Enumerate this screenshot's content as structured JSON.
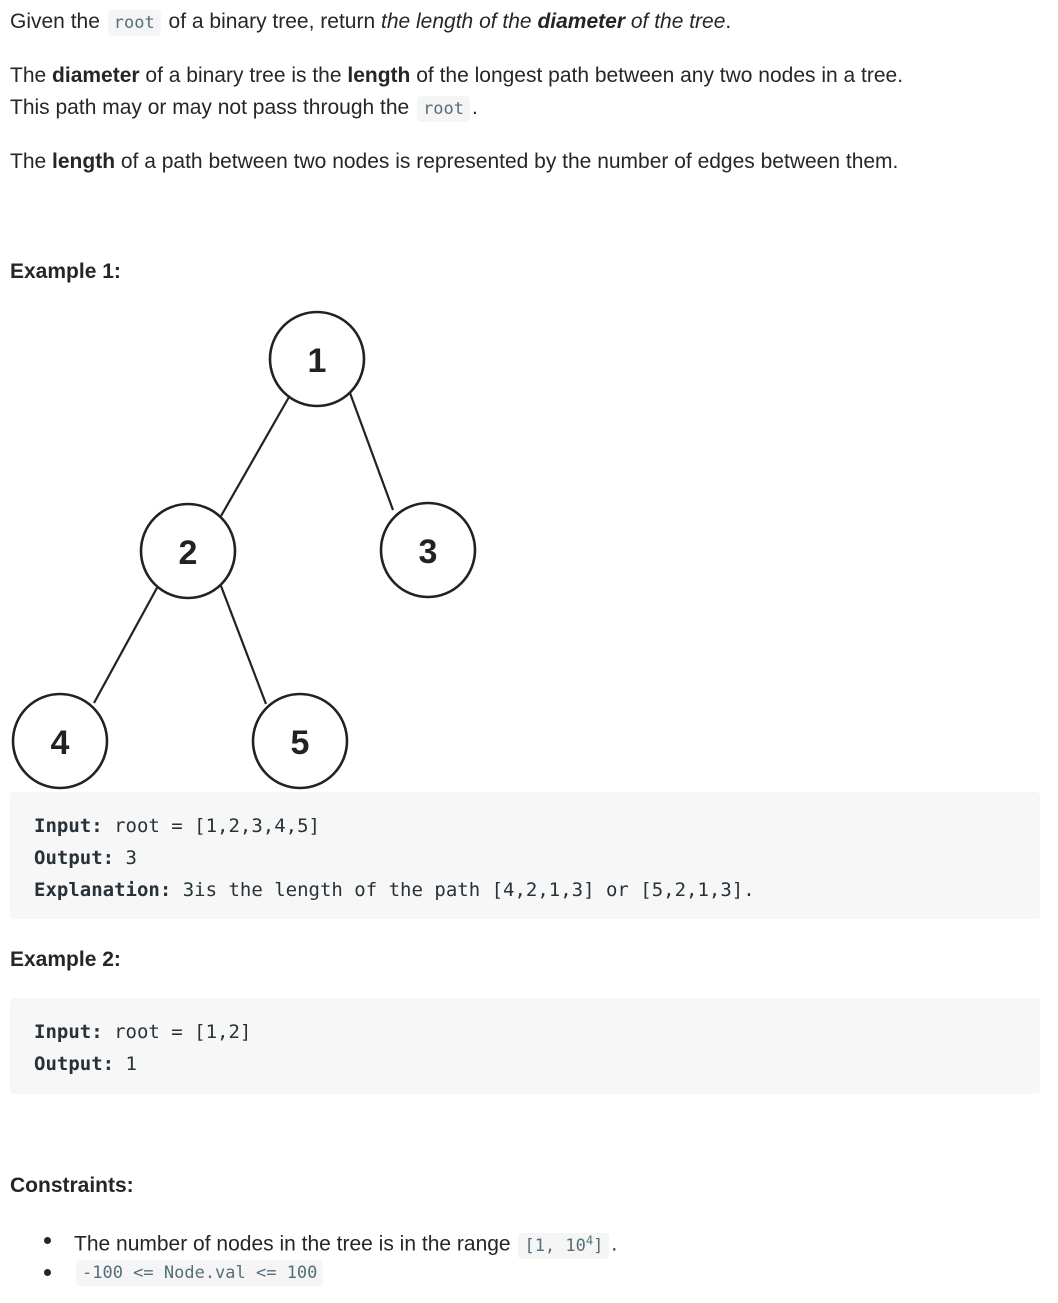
{
  "intro": {
    "p1_a": "Given the",
    "p1_code": "root",
    "p1_b": "of a binary tree, return",
    "p1_i1": "the length of the",
    "p1_bold": "diameter",
    "p1_i2": "of the tree",
    "p1_end": ".",
    "p2_a": "The",
    "p2_b1": "diameter",
    "p2_b": "of a binary tree is the",
    "p2_b2": "length",
    "p2_c": "of the longest path between any two nodes in a tree.",
    "p2_line2": "This path may or may not pass through the",
    "p2_code": "root",
    "p2_end": ".",
    "p3_a": "The",
    "p3_b1": "length",
    "p3_b": "of a path between two nodes is represented by the number of edges between them."
  },
  "example1": {
    "heading": "Example 1:",
    "tree": {
      "nodes": [
        "1",
        "2",
        "3",
        "4",
        "5"
      ]
    },
    "input_label": "Input:",
    "input_value": " root = [1,2,3,4,5]",
    "output_label": "Output:",
    "output_value": " 3",
    "explanation_label": "Explanation:",
    "explanation_value": " 3is the length of the path [4,2,1,3] or [5,2,1,3]."
  },
  "example2": {
    "heading": "Example 2:",
    "input_label": "Input:",
    "input_value": " root = [1,2]",
    "output_label": "Output:",
    "output_value": " 1"
  },
  "constraints": {
    "heading": "Constraints:",
    "item1_text": "The number of nodes in the tree is in the range",
    "item1_code_a": "[1, 10",
    "item1_code_sup": "4",
    "item1_code_b": "]",
    "item1_end": ".",
    "item2_code": "-100 <= Node.val <= 100"
  }
}
